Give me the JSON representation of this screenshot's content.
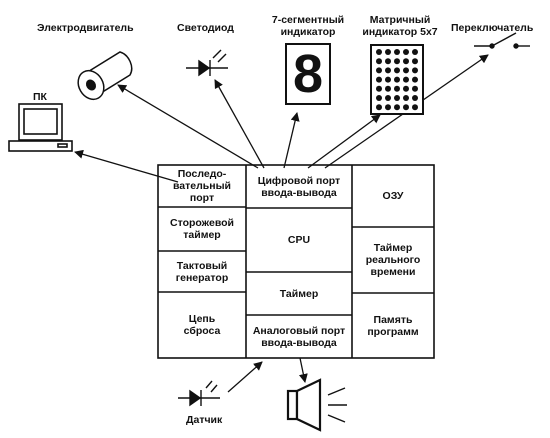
{
  "colors": {
    "ink": "#111111",
    "paper": "#ffffff"
  },
  "peripherals": {
    "motor": "Электродвигатель",
    "led": "Светодиод",
    "seven_segment": "7-сегментный\nиндикатор",
    "seven_segment_digit": "8",
    "matrix": "Матричный\nиндикатор 5x7",
    "switch": "Переключатель",
    "pc": "ПК",
    "sensor": "Датчик"
  },
  "blocks": {
    "serial_port": "Последо-\nвательный\nпорт",
    "digital_io": "Цифровой порт\nввода-вывода",
    "ram": "ОЗУ",
    "watchdog": "Сторожевой\nтаймер",
    "cpu": "CPU",
    "rtc": "Таймер\nреального\nвремени",
    "clock_gen": "Тактовый\nгенератор",
    "timer": "Таймер",
    "reset": "Цепь\nсброса",
    "analog_io": "Аналоговый порт\nввода-вывода",
    "program_memory": "Память\nпрограмм"
  }
}
